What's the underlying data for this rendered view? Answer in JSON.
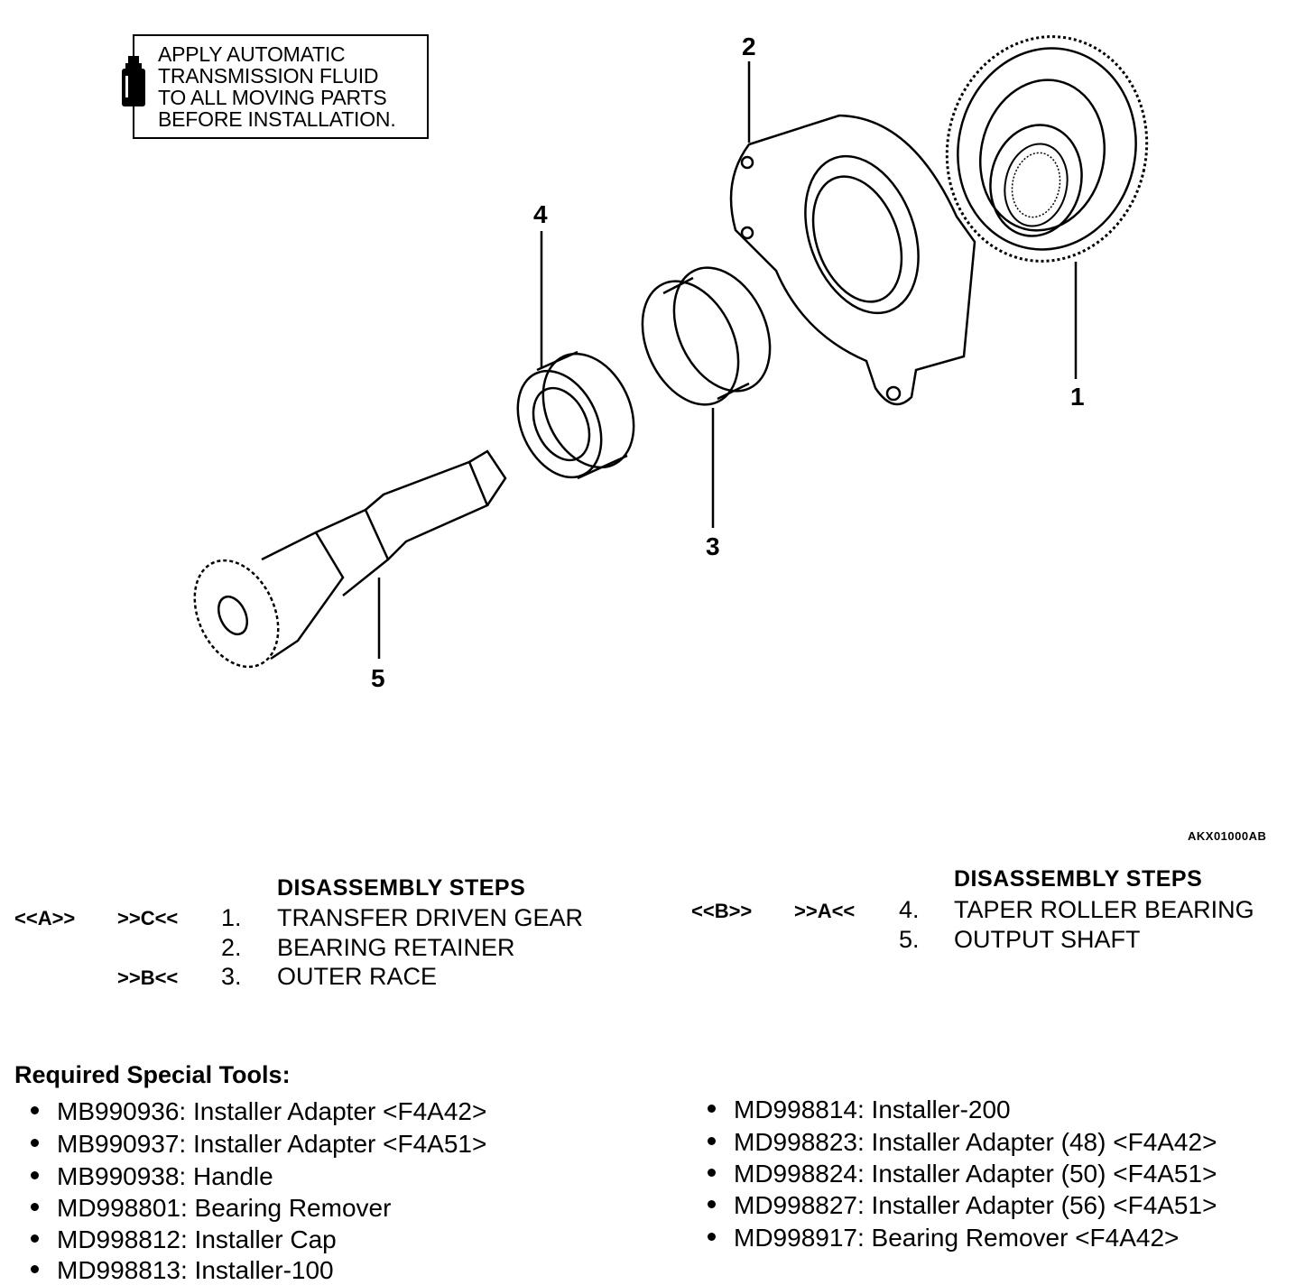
{
  "note": {
    "lines": [
      "APPLY AUTOMATIC",
      "TRANSMISSION FLUID",
      "TO ALL MOVING PARTS",
      "BEFORE INSTALLATION."
    ]
  },
  "callouts": {
    "c1": "1",
    "c2": "2",
    "c3": "3",
    "c4": "4",
    "c5": "5"
  },
  "figure_code": "AKX01000AB",
  "steps_left": {
    "heading": "DISASSEMBLY STEPS",
    "rows": [
      {
        "mark_a": "<<A>>",
        "mark_b": ">>C<<",
        "num": "1.",
        "label": "TRANSFER DRIVEN GEAR"
      },
      {
        "mark_a": "",
        "mark_b": "",
        "num": "2.",
        "label": "BEARING RETAINER"
      },
      {
        "mark_a": "",
        "mark_b": ">>B<<",
        "num": "3.",
        "label": "OUTER RACE"
      }
    ]
  },
  "steps_right": {
    "heading": "DISASSEMBLY STEPS",
    "rows": [
      {
        "mark_a": "<<B>>",
        "mark_b": ">>A<<",
        "num": "4.",
        "label": "TAPER ROLLER BEARING"
      },
      {
        "mark_a": "",
        "mark_b": "",
        "num": "5.",
        "label": "OUTPUT SHAFT"
      }
    ]
  },
  "tools": {
    "heading": "Required Special Tools:",
    "left": [
      "MB990936: Installer Adapter <F4A42>",
      "MB990937: Installer Adapter <F4A51>",
      "MB990938: Handle",
      "MD998801: Bearing Remover",
      "MD998812: Installer Cap",
      "MD998813: Installer-100"
    ],
    "right": [
      "MD998814: Installer-200",
      "MD998823: Installer Adapter (48) <F4A42>",
      "MD998824: Installer Adapter (50) <F4A51>",
      "MD998827: Installer Adapter (56) <F4A51>",
      "MD998917: Bearing Remover <F4A42>"
    ]
  }
}
